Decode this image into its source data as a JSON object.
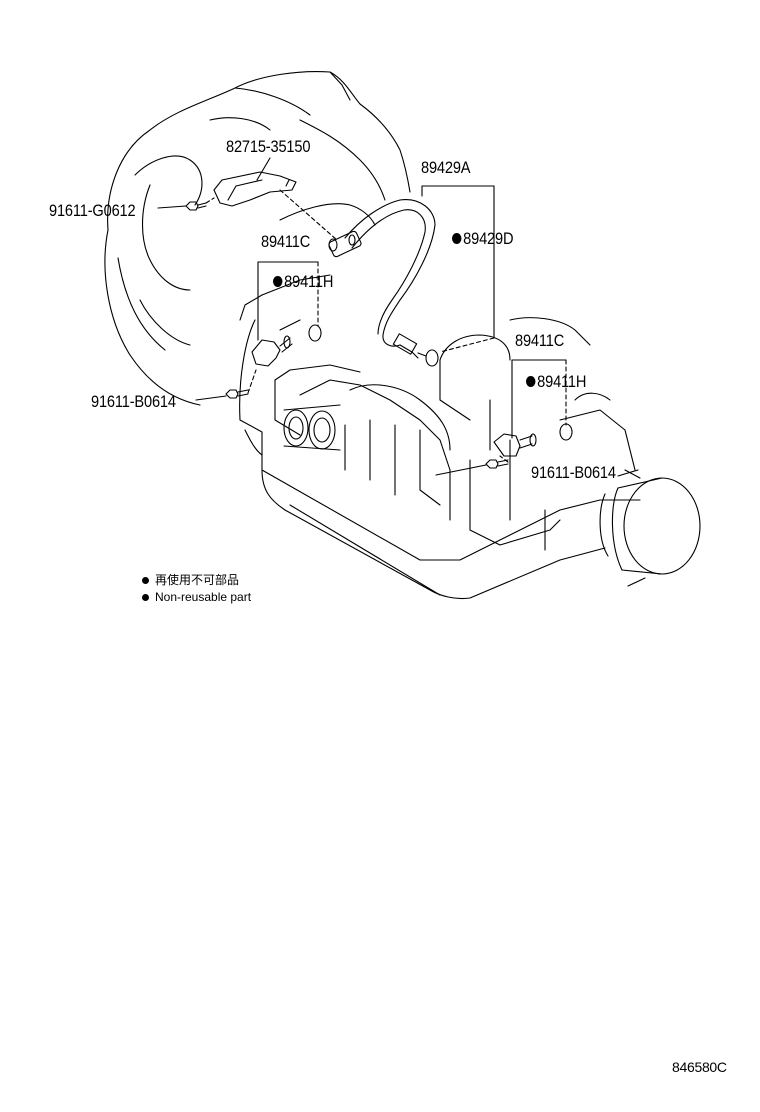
{
  "labels": {
    "p82715": "82715-35150",
    "p91611g": "91611-G0612",
    "p89411c_left": "89411C",
    "p89411h_left": "89411H",
    "p91611b_left": "91611-B0614",
    "p89429a": "89429A",
    "p89429d": "89429D",
    "p89411c_right": "89411C",
    "p89411h_right": "89411H",
    "p91611b_right": "91611-B0614"
  },
  "legend": {
    "jp": "再使用不可部品",
    "en": "Non-reusable part"
  },
  "reference_code": "846580C"
}
